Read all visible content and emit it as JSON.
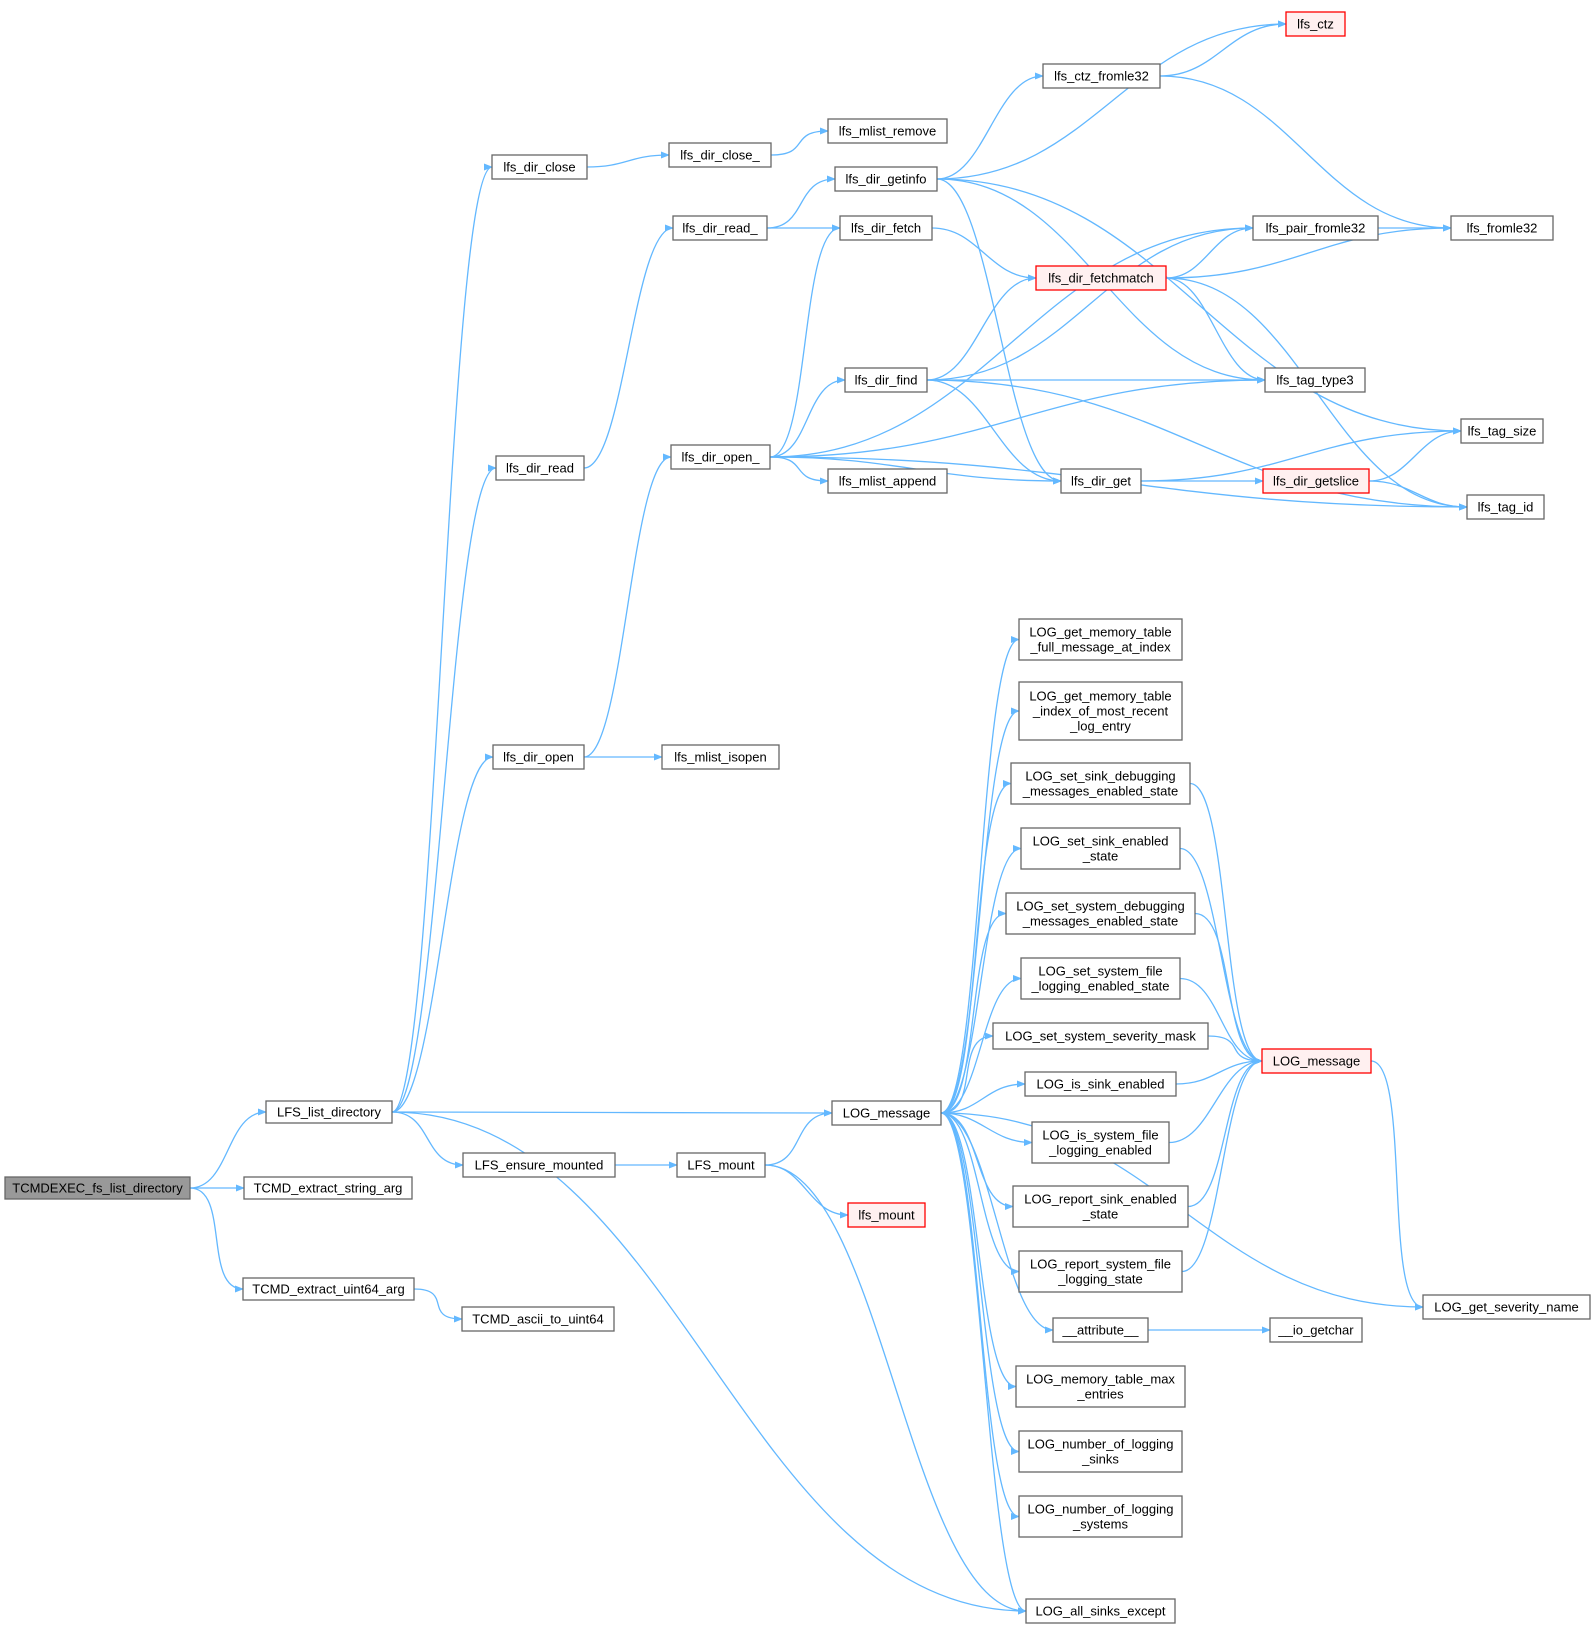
{
  "graph": {
    "nodes": [
      {
        "id": "root",
        "lines": [
          "TCMDEXEC_fs_list_directory"
        ],
        "style": "root"
      },
      {
        "id": "lfs_list",
        "lines": [
          "LFS_list_directory"
        ]
      },
      {
        "id": "tcmd_str",
        "lines": [
          "TCMD_extract_string_arg"
        ]
      },
      {
        "id": "tcmd_u64",
        "lines": [
          "TCMD_extract_uint64_arg"
        ]
      },
      {
        "id": "tcmd_ascii",
        "lines": [
          "TCMD_ascii_to_uint64"
        ]
      },
      {
        "id": "dir_close",
        "lines": [
          "lfs_dir_close"
        ]
      },
      {
        "id": "dir_read",
        "lines": [
          "lfs_dir_read"
        ]
      },
      {
        "id": "dir_open",
        "lines": [
          "lfs_dir_open"
        ]
      },
      {
        "id": "lfs_ens",
        "lines": [
          "LFS_ensure_mounted"
        ]
      },
      {
        "id": "dir_close_",
        "lines": [
          "lfs_dir_close_"
        ]
      },
      {
        "id": "dir_read_",
        "lines": [
          "lfs_dir_read_"
        ]
      },
      {
        "id": "dir_open_",
        "lines": [
          "lfs_dir_open_"
        ]
      },
      {
        "id": "mlist_isopen",
        "lines": [
          "lfs_mlist_isopen"
        ]
      },
      {
        "id": "lfs_mount_up",
        "lines": [
          "LFS_mount"
        ]
      },
      {
        "id": "mlist_remove",
        "lines": [
          "lfs_mlist_remove"
        ]
      },
      {
        "id": "dir_getinfo",
        "lines": [
          "lfs_dir_getinfo"
        ]
      },
      {
        "id": "dir_fetch",
        "lines": [
          "lfs_dir_fetch"
        ]
      },
      {
        "id": "dir_find",
        "lines": [
          "lfs_dir_find"
        ]
      },
      {
        "id": "mlist_append",
        "lines": [
          "lfs_mlist_append"
        ]
      },
      {
        "id": "log_msg_mid",
        "lines": [
          "LOG_message"
        ]
      },
      {
        "id": "lfs_mount_low",
        "lines": [
          "lfs_mount"
        ],
        "style": "trunc"
      },
      {
        "id": "ctz_fromle32",
        "lines": [
          "lfs_ctz_fromle32"
        ]
      },
      {
        "id": "dir_fetchmatch",
        "lines": [
          "lfs_dir_fetchmatch"
        ],
        "style": "trunc"
      },
      {
        "id": "dir_get",
        "lines": [
          "lfs_dir_get"
        ]
      },
      {
        "id": "log_get_full",
        "lines": [
          "LOG_get_memory_table",
          "_full_message_at_index"
        ]
      },
      {
        "id": "log_get_idx",
        "lines": [
          "LOG_get_memory_table",
          "_index_of_most_recent",
          "_log_entry"
        ]
      },
      {
        "id": "log_set_sink_dbg",
        "lines": [
          "LOG_set_sink_debugging",
          "_messages_enabled_state"
        ]
      },
      {
        "id": "log_set_sink_en",
        "lines": [
          "LOG_set_sink_enabled",
          "_state"
        ]
      },
      {
        "id": "log_set_sys_dbg",
        "lines": [
          "LOG_set_system_debugging",
          "_messages_enabled_state"
        ]
      },
      {
        "id": "log_set_sys_file",
        "lines": [
          "LOG_set_system_file",
          "_logging_enabled_state"
        ]
      },
      {
        "id": "log_set_sys_sev",
        "lines": [
          "LOG_set_system_severity_mask"
        ]
      },
      {
        "id": "log_is_sink",
        "lines": [
          "LOG_is_sink_enabled"
        ]
      },
      {
        "id": "log_is_sys_file",
        "lines": [
          "LOG_is_system_file",
          "_logging_enabled"
        ]
      },
      {
        "id": "log_rep_sink",
        "lines": [
          "LOG_report_sink_enabled",
          "_state"
        ]
      },
      {
        "id": "log_rep_sys_file",
        "lines": [
          "LOG_report_system_file",
          "_logging_state"
        ]
      },
      {
        "id": "attribute",
        "lines": [
          "__attribute__"
        ]
      },
      {
        "id": "log_mem_max",
        "lines": [
          "LOG_memory_table_max",
          "_entries"
        ]
      },
      {
        "id": "log_num_sinks",
        "lines": [
          "LOG_number_of_logging",
          "_sinks"
        ]
      },
      {
        "id": "log_num_sys",
        "lines": [
          "LOG_number_of_logging",
          "_systems"
        ]
      },
      {
        "id": "log_all_except",
        "lines": [
          "LOG_all_sinks_except"
        ]
      },
      {
        "id": "lfs_ctz",
        "lines": [
          "lfs_ctz"
        ],
        "style": "trunc"
      },
      {
        "id": "pair_fromle32",
        "lines": [
          "lfs_pair_fromle32"
        ]
      },
      {
        "id": "tag_type3",
        "lines": [
          "lfs_tag_type3"
        ]
      },
      {
        "id": "dir_getslice",
        "lines": [
          "lfs_dir_getslice"
        ],
        "style": "trunc"
      },
      {
        "id": "log_msg_red",
        "lines": [
          "LOG_message"
        ],
        "style": "trunc"
      },
      {
        "id": "io_getchar",
        "lines": [
          "__io_getchar"
        ]
      },
      {
        "id": "fromle32",
        "lines": [
          "lfs_fromle32"
        ]
      },
      {
        "id": "tag_size",
        "lines": [
          "lfs_tag_size"
        ]
      },
      {
        "id": "tag_id",
        "lines": [
          "lfs_tag_id"
        ]
      },
      {
        "id": "log_sev_name",
        "lines": [
          "LOG_get_severity_name"
        ]
      }
    ],
    "edges": [
      [
        "root",
        "lfs_list"
      ],
      [
        "root",
        "tcmd_str"
      ],
      [
        "root",
        "tcmd_u64"
      ],
      [
        "tcmd_u64",
        "tcmd_ascii"
      ],
      [
        "lfs_list",
        "dir_close"
      ],
      [
        "lfs_list",
        "dir_read"
      ],
      [
        "lfs_list",
        "dir_open"
      ],
      [
        "lfs_list",
        "log_msg_mid"
      ],
      [
        "lfs_list",
        "lfs_ens"
      ],
      [
        "lfs_list",
        "log_all_except"
      ],
      [
        "dir_close",
        "dir_close_"
      ],
      [
        "dir_close_",
        "mlist_remove"
      ],
      [
        "dir_read",
        "dir_read_"
      ],
      [
        "dir_read_",
        "dir_getinfo"
      ],
      [
        "dir_read_",
        "dir_fetch"
      ],
      [
        "dir_open",
        "dir_open_"
      ],
      [
        "dir_open",
        "mlist_isopen"
      ],
      [
        "dir_open_",
        "dir_fetch"
      ],
      [
        "dir_open_",
        "pair_fromle32"
      ],
      [
        "dir_open_",
        "dir_find"
      ],
      [
        "dir_open_",
        "tag_type3"
      ],
      [
        "dir_open_",
        "mlist_append"
      ],
      [
        "dir_open_",
        "dir_get"
      ],
      [
        "dir_open_",
        "tag_id"
      ],
      [
        "lfs_ens",
        "lfs_mount_up"
      ],
      [
        "lfs_mount_up",
        "log_msg_mid"
      ],
      [
        "lfs_mount_up",
        "lfs_mount_low"
      ],
      [
        "lfs_mount_up",
        "log_all_except"
      ],
      [
        "dir_getinfo",
        "lfs_ctz"
      ],
      [
        "dir_getinfo",
        "ctz_fromle32"
      ],
      [
        "dir_getinfo",
        "tag_size"
      ],
      [
        "dir_getinfo",
        "tag_type3"
      ],
      [
        "dir_getinfo",
        "dir_get"
      ],
      [
        "ctz_fromle32",
        "lfs_ctz"
      ],
      [
        "ctz_fromle32",
        "fromle32"
      ],
      [
        "dir_fetch",
        "dir_fetchmatch"
      ],
      [
        "dir_find",
        "pair_fromle32"
      ],
      [
        "dir_find",
        "dir_fetchmatch"
      ],
      [
        "dir_find",
        "tag_type3"
      ],
      [
        "dir_find",
        "dir_get"
      ],
      [
        "dir_find",
        "tag_id"
      ],
      [
        "dir_fetchmatch",
        "pair_fromle32"
      ],
      [
        "dir_fetchmatch",
        "fromle32"
      ],
      [
        "dir_fetchmatch",
        "tag_type3"
      ],
      [
        "dir_fetchmatch",
        "tag_id"
      ],
      [
        "pair_fromle32",
        "fromle32"
      ],
      [
        "dir_get",
        "dir_getslice"
      ],
      [
        "dir_get",
        "tag_size"
      ],
      [
        "dir_getslice",
        "tag_size"
      ],
      [
        "dir_getslice",
        "tag_id"
      ],
      [
        "log_msg_mid",
        "log_get_full"
      ],
      [
        "log_msg_mid",
        "log_get_idx"
      ],
      [
        "log_msg_mid",
        "log_set_sink_dbg"
      ],
      [
        "log_msg_mid",
        "log_set_sink_en"
      ],
      [
        "log_msg_mid",
        "log_set_sys_dbg"
      ],
      [
        "log_msg_mid",
        "log_set_sys_file"
      ],
      [
        "log_msg_mid",
        "log_set_sys_sev"
      ],
      [
        "log_msg_mid",
        "log_is_sink"
      ],
      [
        "log_msg_mid",
        "log_is_sys_file"
      ],
      [
        "log_msg_mid",
        "log_rep_sink"
      ],
      [
        "log_msg_mid",
        "log_rep_sys_file"
      ],
      [
        "log_msg_mid",
        "attribute"
      ],
      [
        "log_msg_mid",
        "log_mem_max"
      ],
      [
        "log_msg_mid",
        "log_num_sinks"
      ],
      [
        "log_msg_mid",
        "log_num_sys"
      ],
      [
        "log_msg_mid",
        "log_all_except"
      ],
      [
        "log_msg_mid",
        "log_sev_name"
      ],
      [
        "log_set_sink_dbg",
        "log_msg_red"
      ],
      [
        "log_set_sink_en",
        "log_msg_red"
      ],
      [
        "log_set_sys_dbg",
        "log_msg_red"
      ],
      [
        "log_set_sys_file",
        "log_msg_red"
      ],
      [
        "log_set_sys_sev",
        "log_msg_red"
      ],
      [
        "log_is_sink",
        "log_msg_red"
      ],
      [
        "log_is_sys_file",
        "log_msg_red"
      ],
      [
        "log_rep_sink",
        "log_msg_red"
      ],
      [
        "log_rep_sys_file",
        "log_msg_red"
      ],
      [
        "attribute",
        "io_getchar"
      ],
      [
        "log_msg_red",
        "log_sev_name"
      ]
    ]
  },
  "colors": {
    "edge": "#63b8ff",
    "root_fill": "#999999",
    "node_border": "#666666",
    "trunc_border": "#ff0000",
    "trunc_fill": "#fff0f0"
  }
}
